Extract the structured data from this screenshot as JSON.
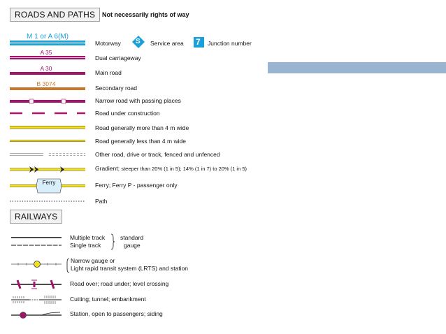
{
  "roads_header": {
    "title": "ROADS AND PATHS",
    "note": "Not necessarily rights of way"
  },
  "roads": [
    {
      "key": "motorway",
      "tag": "M 1 or A 6(M)",
      "label": "Motorway",
      "color": "#1aa0d8"
    },
    {
      "key": "dual",
      "tag": "A 35",
      "label": "Dual carriageway",
      "color": "#a0156a"
    },
    {
      "key": "main",
      "tag": "A 30",
      "label": "Main road",
      "color": "#a0156a"
    },
    {
      "key": "secondary",
      "tag": "B 3074",
      "label": "Secondary road",
      "color": "#c8782a"
    },
    {
      "key": "narrow",
      "label": "Narrow road with passing places",
      "color": "#a0156a"
    },
    {
      "key": "construction",
      "label": "Road under construction",
      "color": "#b0156a"
    },
    {
      "key": "wide4m",
      "label": "Road generally more than 4 m wide",
      "color": "#b8a020"
    },
    {
      "key": "less4m",
      "label": "Road generally less than 4 m wide",
      "color": "#b8a020"
    },
    {
      "key": "other",
      "label": "Other road, drive or track, fenced and unfenced",
      "color": "#909090"
    },
    {
      "key": "gradient",
      "label_a": "Gradient:",
      "label_b": "steeper than 20% (1 in 5);  14% (1 in 7) to 20% (1 in 5)",
      "color": "#b8a020"
    },
    {
      "key": "ferry",
      "tag": "Ferry",
      "label": "Ferry;  Ferry P - passenger only",
      "color": "#b8a020"
    },
    {
      "key": "path",
      "label": "Path",
      "color": "#333333"
    }
  ],
  "motorway_extras": {
    "service_area_label": "Service area",
    "junction_label": "Junction number",
    "junction_number": "7",
    "service_area_glyph": "S",
    "icon_color": "#1aa0d8"
  },
  "railways_header": {
    "title": "RAILWAYS"
  },
  "railways": {
    "multiple": "Multiple track",
    "single": "Single track",
    "gauge_a": "standard",
    "gauge_b": "gauge",
    "narrow_a": "Narrow gauge or",
    "narrow_b": "Light rapid transit system (LRTS) and station",
    "crossing": "Road over; road under; level crossing",
    "cutting": "Cutting; tunnel; embankment",
    "station": "Station, open to passengers; siding"
  },
  "colors": {
    "accent_band": "#98b4d0",
    "magenta": "#a0156a",
    "cyan": "#1aa0d8",
    "yellow": "#f0e020"
  }
}
